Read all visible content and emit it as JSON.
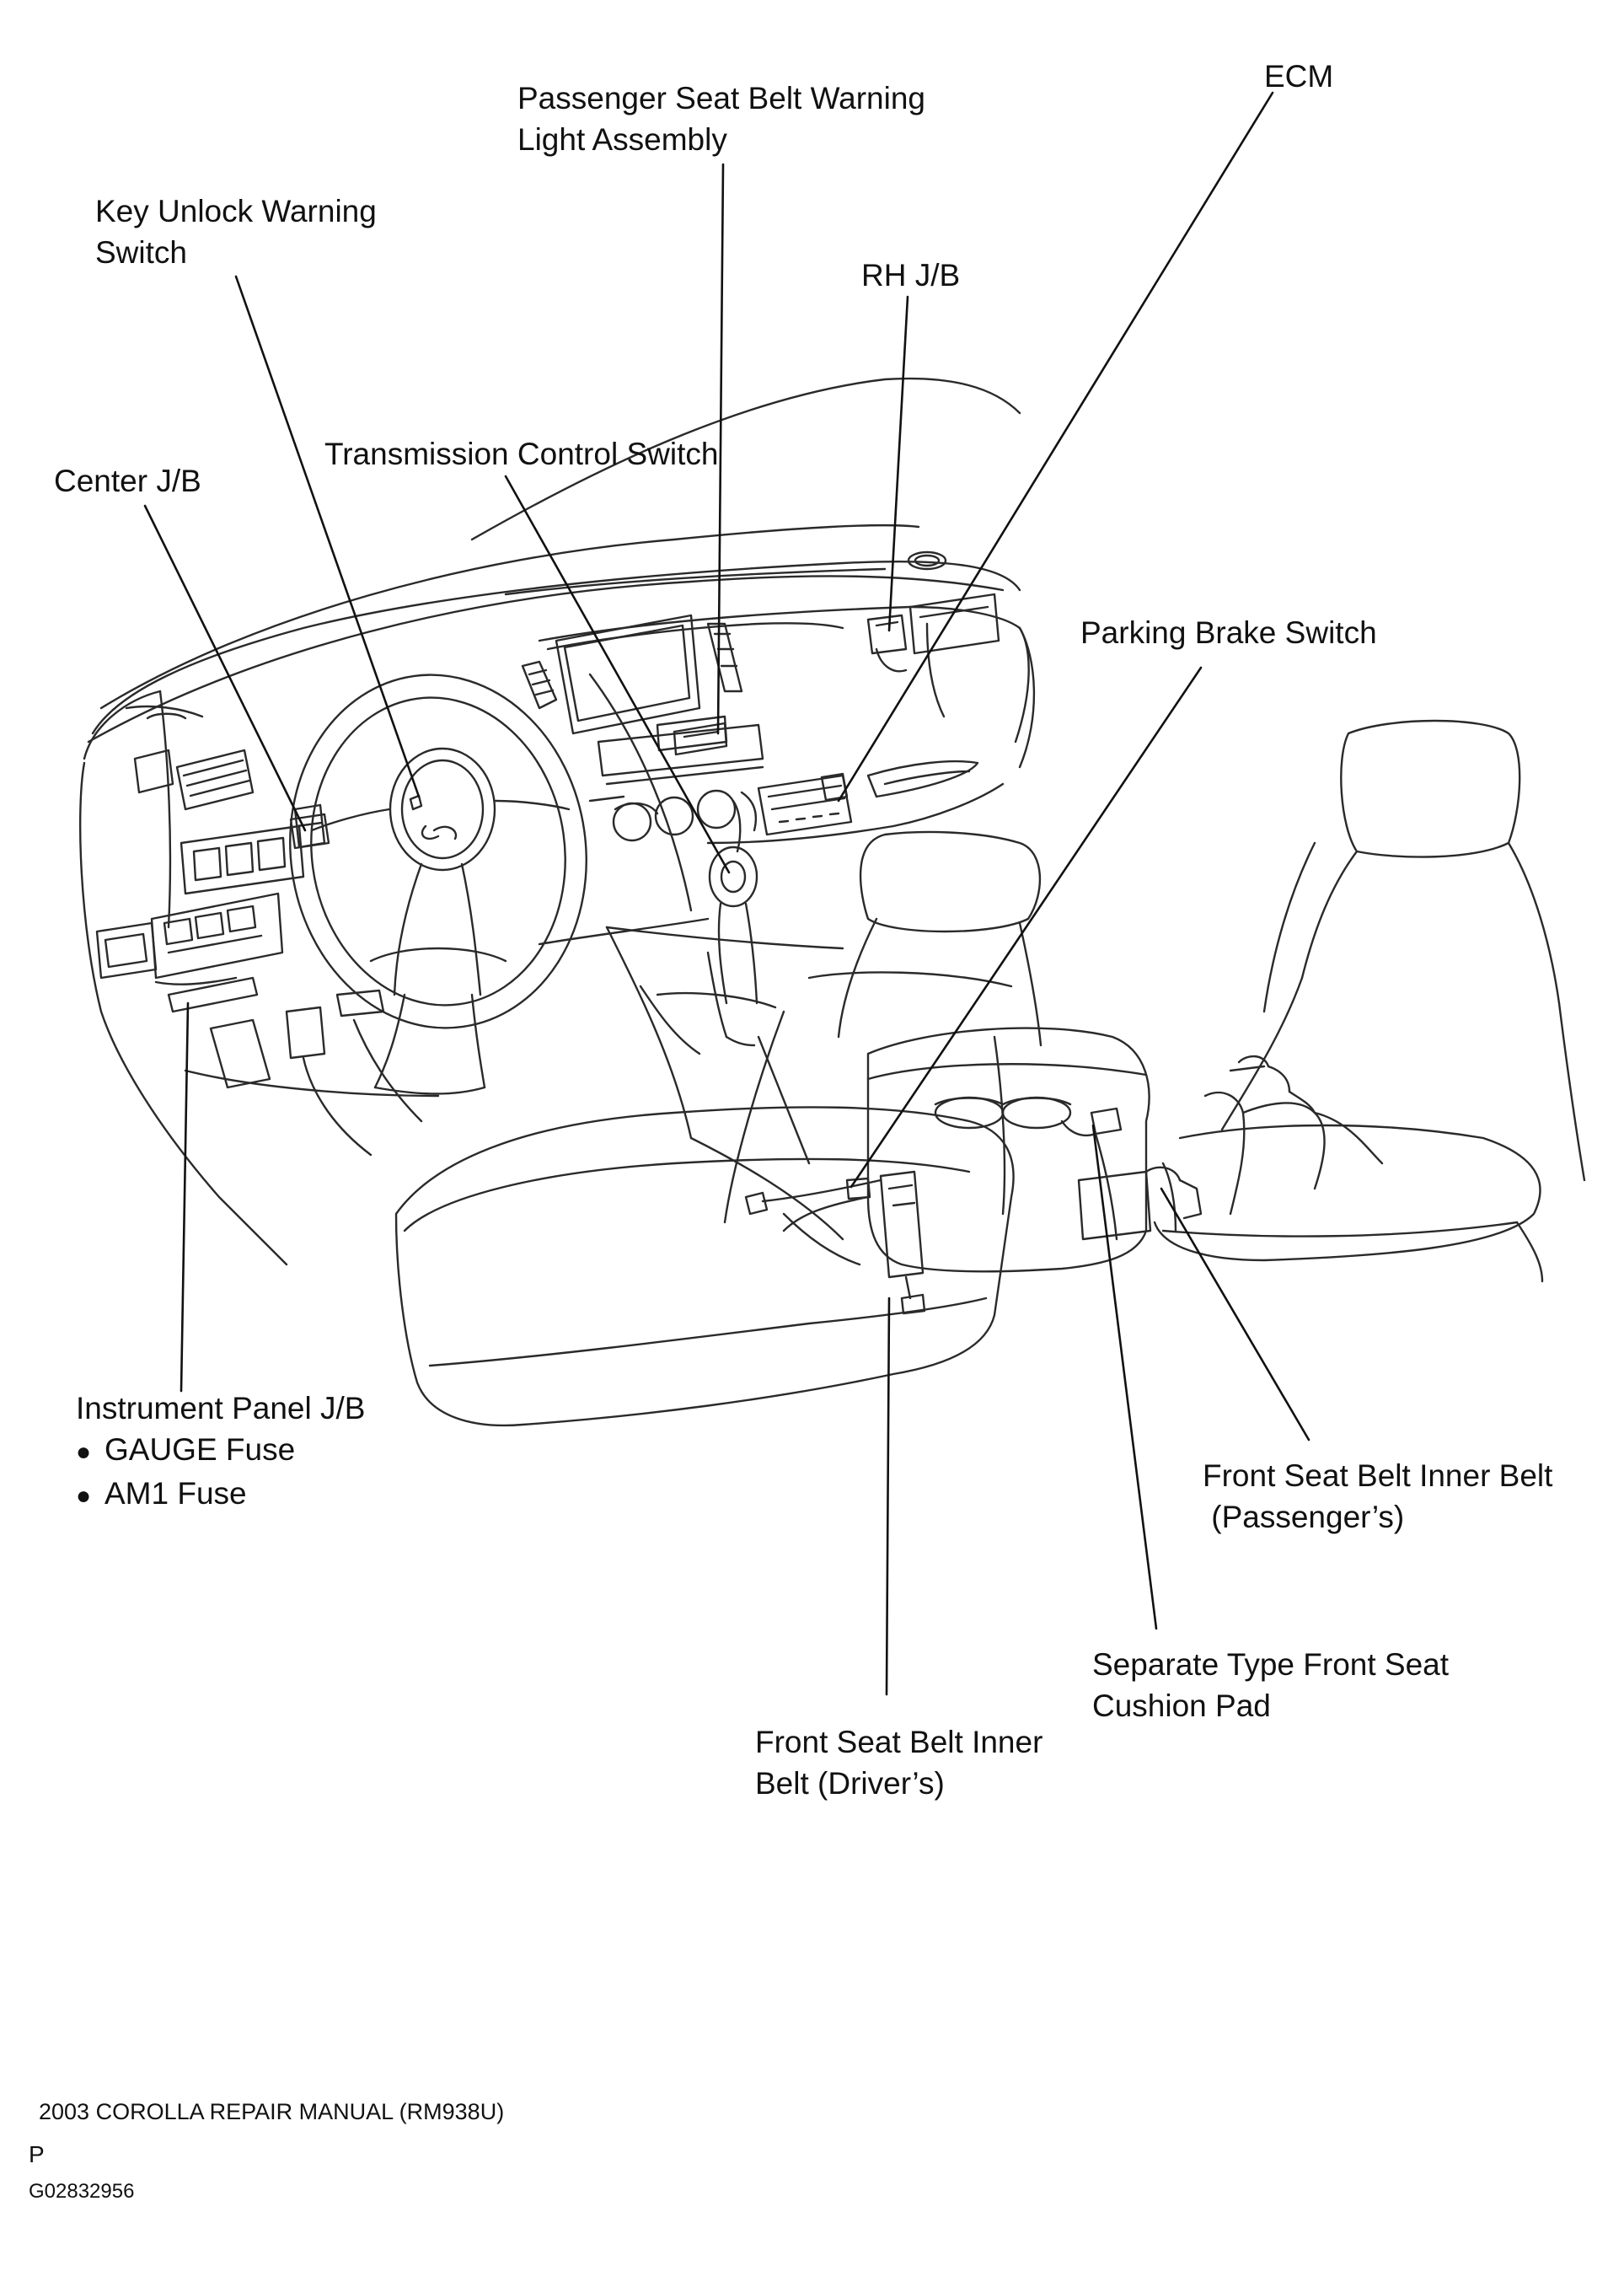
{
  "labels": {
    "ecm": "ECM",
    "passenger_warning_light": [
      "Passenger Seat Belt Warning",
      "Light Assembly"
    ],
    "key_unlock": [
      "Key Unlock Warning",
      "Switch"
    ],
    "rh_jb": "RH J/B",
    "transmission_control": "Transmission Control Switch",
    "center_jb": "Center J/B",
    "parking_brake": "Parking Brake Switch",
    "instrument_panel_jb": "Instrument Panel J/B",
    "gauge_fuse": "GAUGE Fuse",
    "am1_fuse": "AM1 Fuse",
    "front_belt_passenger": [
      "Front Seat Belt Inner Belt",
      " (Passenger’s)"
    ],
    "cushion_pad": [
      "Separate Type Front Seat",
      "Cushion Pad"
    ],
    "front_belt_driver": [
      "Front Seat Belt Inner",
      "Belt (Driver’s)"
    ]
  },
  "footer": {
    "manual": "2003 COROLLA REPAIR MANUAL   (RM938U)",
    "page": "P",
    "code": "G02832956"
  },
  "colors": {
    "ink": "#111111",
    "paper": "#ffffff",
    "sketch": "#2a2a2a"
  }
}
